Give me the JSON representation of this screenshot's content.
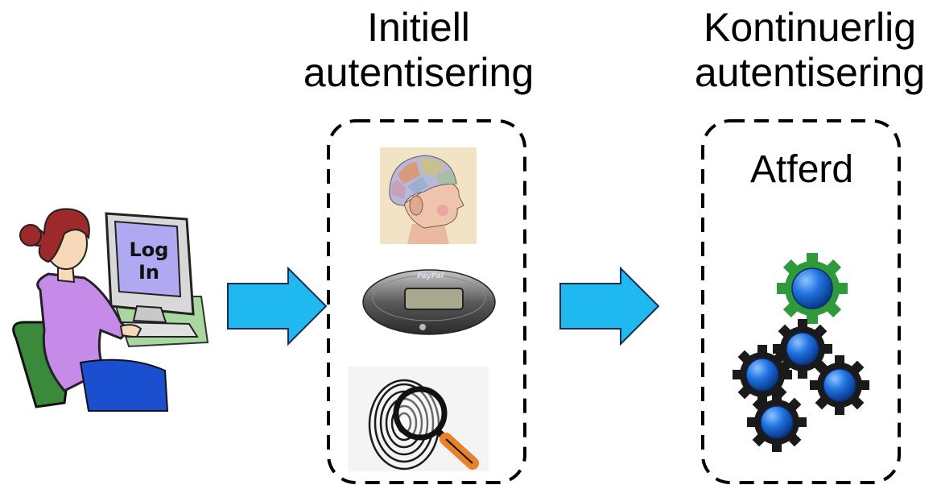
{
  "initial": {
    "title_line1": "Initiell",
    "title_line2": "autentisering"
  },
  "continuous": {
    "title_line1": "Kontinuerlig",
    "title_line2": "autentisering",
    "box_label": "Atferd"
  },
  "user": {
    "screen_line1": "Log",
    "screen_line2": "In"
  },
  "token": {
    "brand": "PayPal"
  },
  "colors": {
    "arrow": "#1fb8ef",
    "gear_top": "#2e9a3a",
    "gear_dark": "#1a1a1a",
    "gear_core": "#1565d8",
    "box_dash": "#000000"
  }
}
